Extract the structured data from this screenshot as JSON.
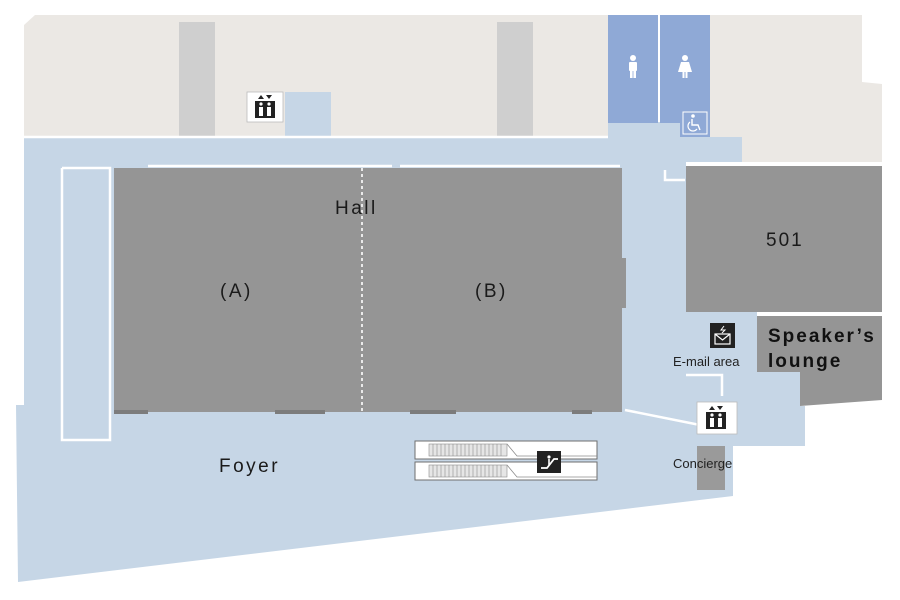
{
  "rooms": {
    "hall": "Hall",
    "hall_a": "(A)",
    "hall_b": "(B)",
    "room_501": "501",
    "speakers_lounge_line1": "Speaker’s",
    "speakers_lounge_line2": "lounge",
    "foyer": "Foyer",
    "email_area": "E-mail area",
    "concierge": "Concierge"
  },
  "icons": {
    "elevator_1": "elevator-icon",
    "elevator_2": "elevator-icon",
    "restroom_men": "man-restroom-icon",
    "restroom_women": "woman-restroom-icon",
    "accessible_restroom": "wheelchair-icon",
    "email": "email-icon",
    "escalator": "escalator-icon"
  },
  "colors": {
    "corridor": "#c6d6e6",
    "room": "#959595",
    "background_area": "#ebe8e4",
    "restroom": "#8fa9d6",
    "icon_dark": "#222222"
  }
}
